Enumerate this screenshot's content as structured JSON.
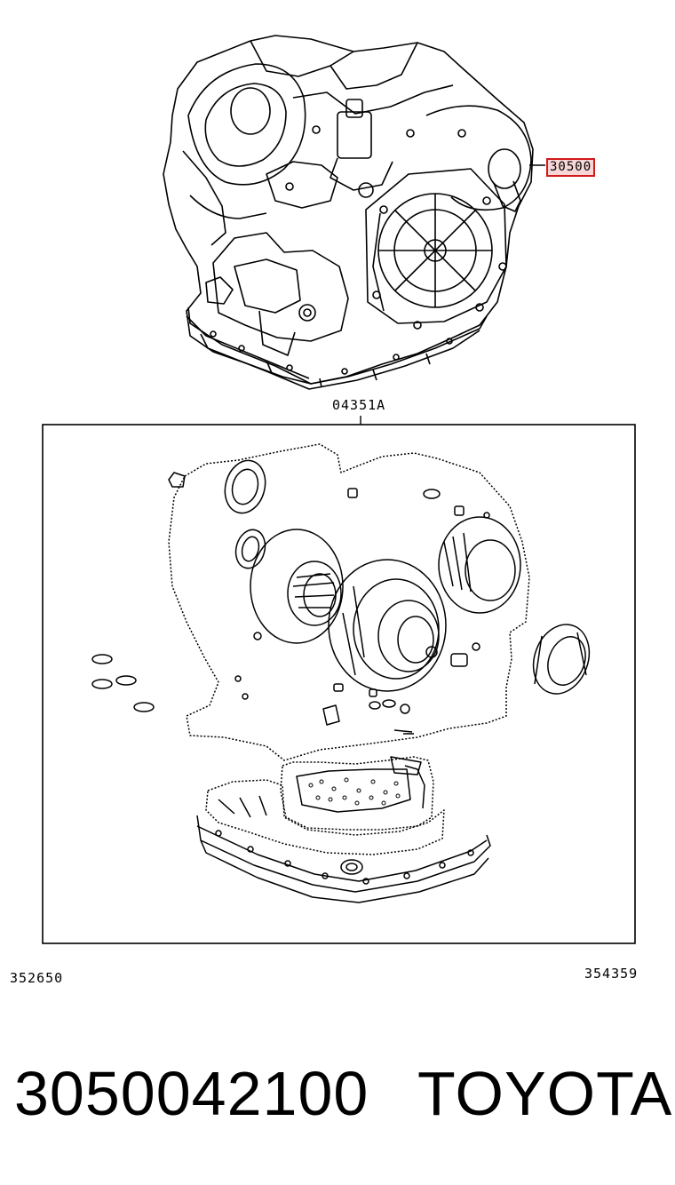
{
  "callouts": {
    "transmission_assembly": "30500",
    "overhaul_kit": "04351A",
    "left_ref": "352650",
    "right_ref": "354359"
  },
  "footer": {
    "part_number": "3050042100",
    "brand": "TOYOTA"
  },
  "colors": {
    "line": "#000000",
    "highlight_border": "#d11a1a",
    "highlight_fill": "#f6d6d6"
  }
}
